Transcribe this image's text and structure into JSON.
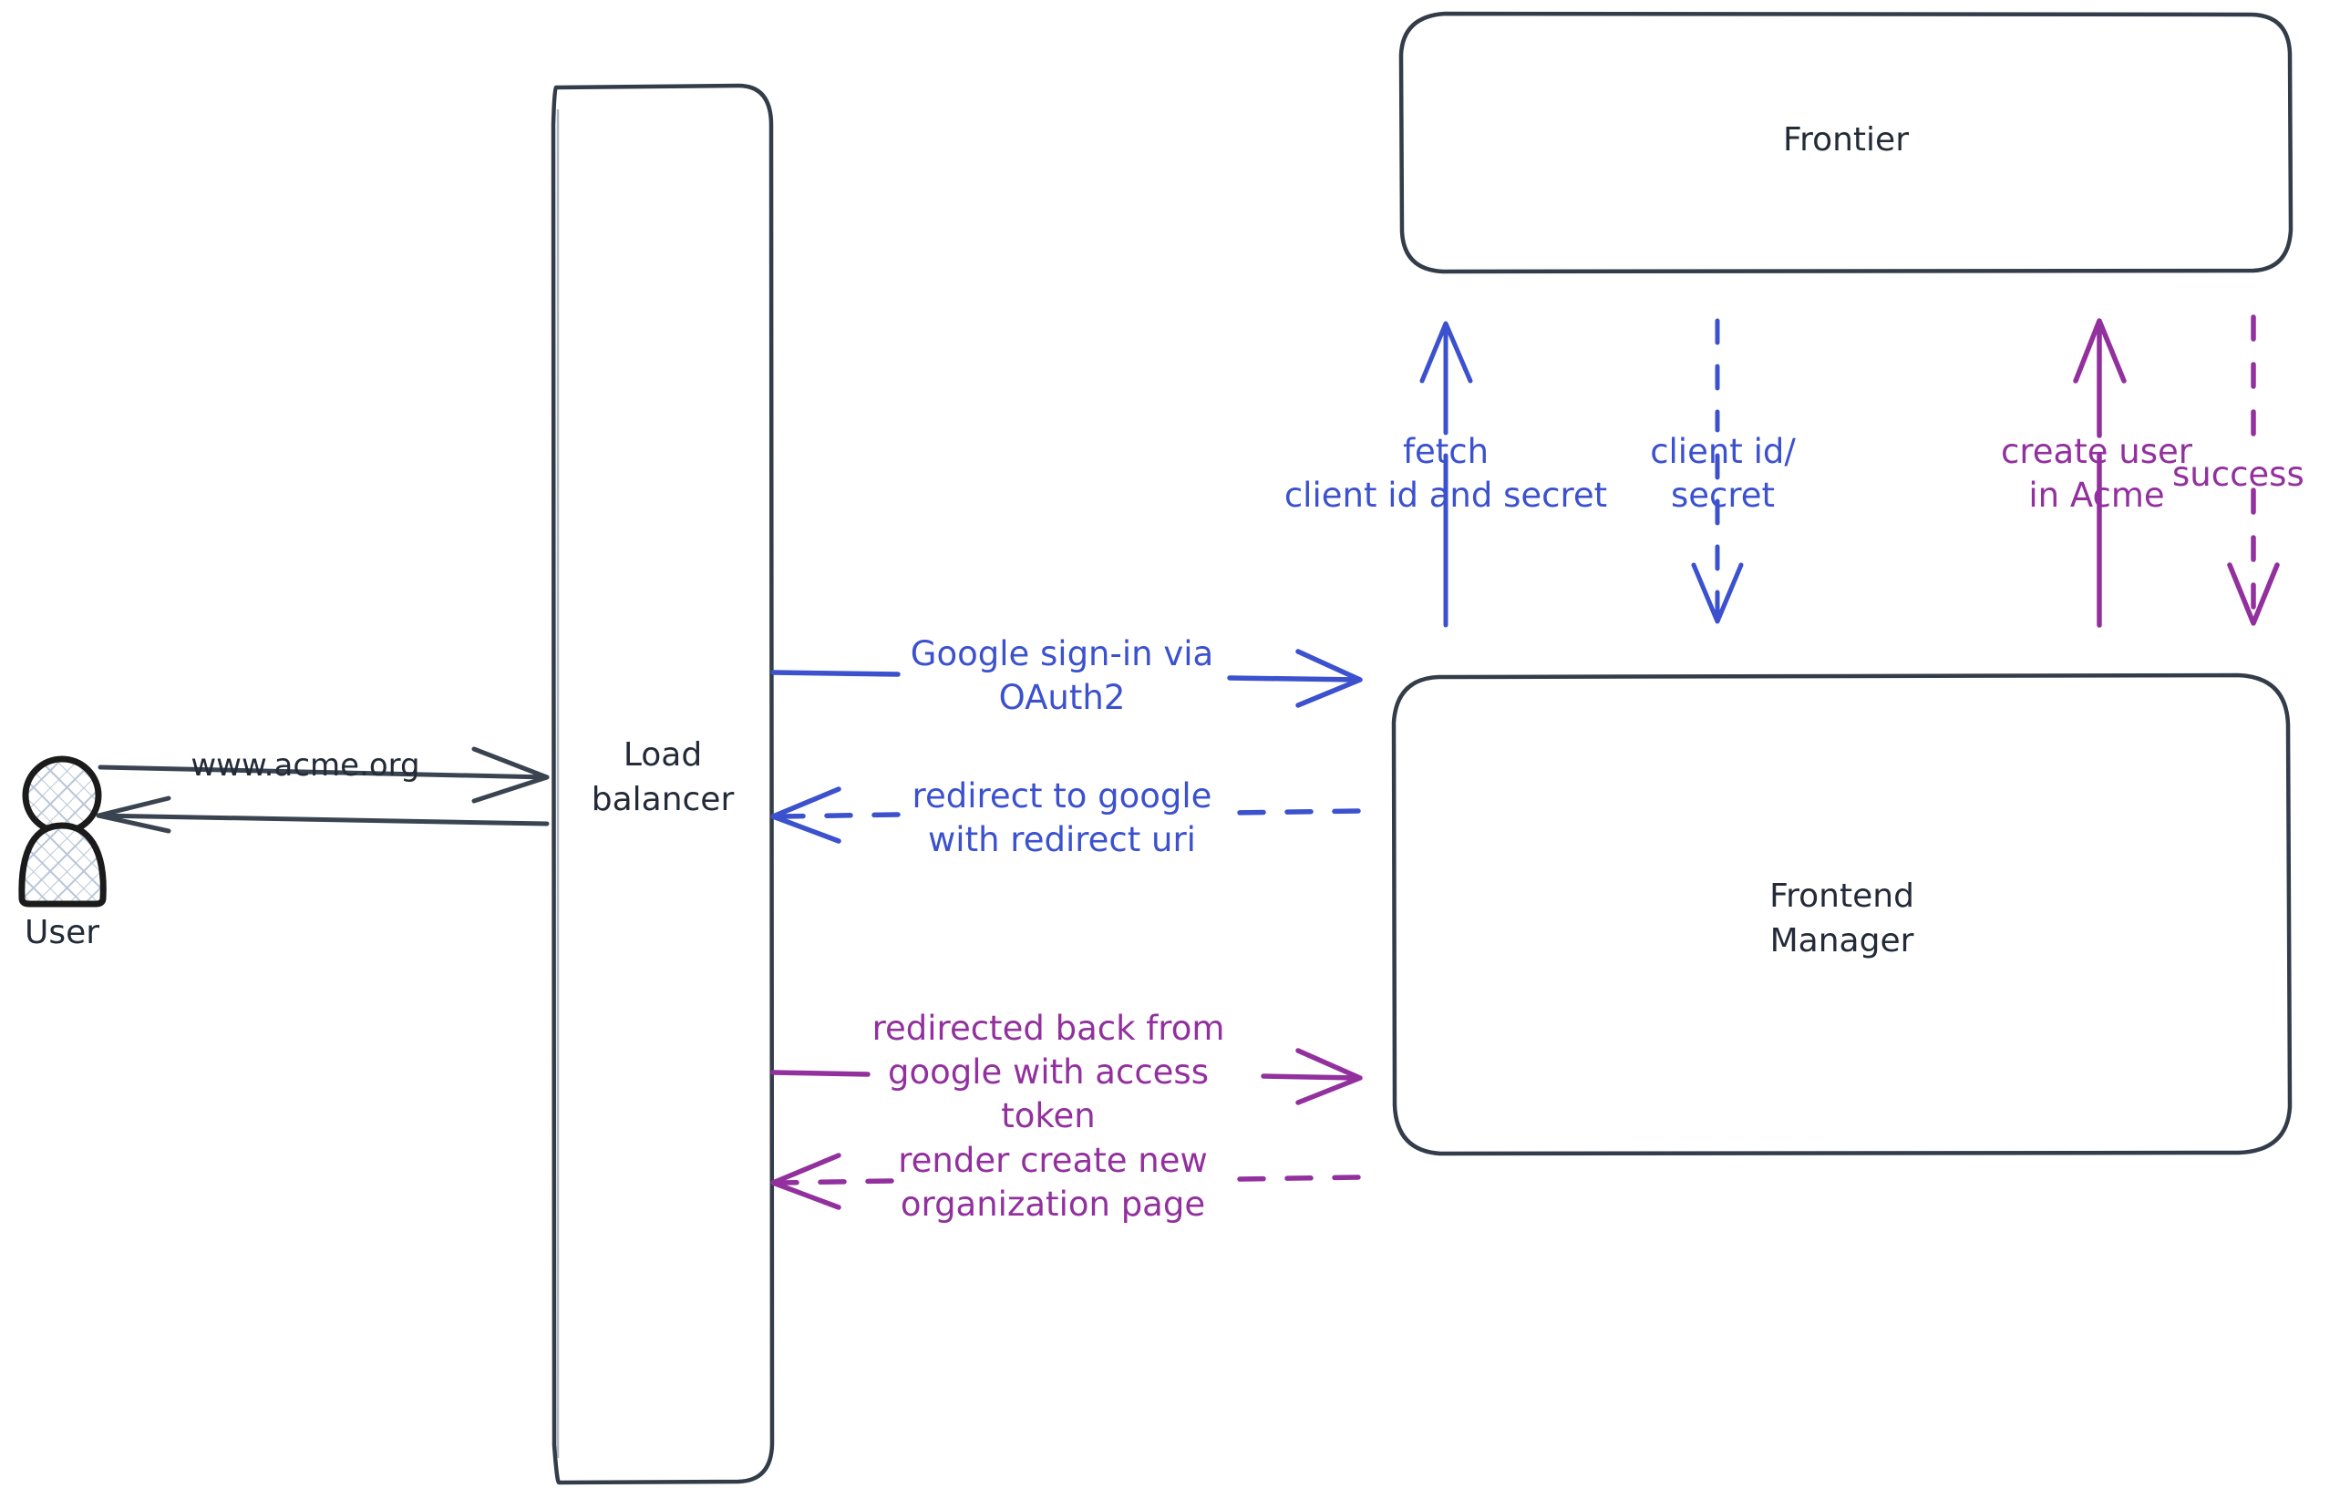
{
  "diagram": {
    "title": "OAuth2 Google sign-in sequence",
    "background": "#ffffff",
    "colors": {
      "stroke_dark": "#232B38",
      "blue": "#3B51CE",
      "purple": "#92309E"
    }
  },
  "actors": [
    {
      "id": "user",
      "label": "User",
      "icon": "user-actor-icon"
    }
  ],
  "nodes": [
    {
      "id": "load-balancer",
      "label": "Load\nbalancer"
    },
    {
      "id": "frontier",
      "label": "Frontier"
    },
    {
      "id": "frontend-manager",
      "label": "Frontend\nManager"
    }
  ],
  "edges": [
    {
      "id": "user-to-lb",
      "label": "www.acme.org",
      "from": "user",
      "to": "load-balancer",
      "color": "#232B38",
      "style": "solid",
      "direction": "right"
    },
    {
      "id": "lb-to-user",
      "label": "",
      "from": "load-balancer",
      "to": "user",
      "color": "#232B38",
      "style": "solid",
      "direction": "left"
    },
    {
      "id": "lb-to-fm-signin",
      "label": "Google sign-in via\nOAuth2",
      "from": "load-balancer",
      "to": "frontend-manager",
      "color": "#3B51CE",
      "style": "solid",
      "direction": "right"
    },
    {
      "id": "fm-to-lb-redirect",
      "label": "redirect to google\nwith redirect uri",
      "from": "frontend-manager",
      "to": "load-balancer",
      "color": "#3B51CE",
      "style": "dashed",
      "direction": "left"
    },
    {
      "id": "lb-to-fm-token",
      "label": "redirected back from\ngoogle with access\ntoken",
      "from": "load-balancer",
      "to": "frontend-manager",
      "color": "#92309E",
      "style": "solid",
      "direction": "right"
    },
    {
      "id": "fm-to-lb-render",
      "label": "render create new\norganization page",
      "from": "frontend-manager",
      "to": "load-balancer",
      "color": "#92309E",
      "style": "dashed",
      "direction": "left"
    },
    {
      "id": "fm-to-frontier-fetch",
      "label": "fetch\nclient id and secret",
      "from": "frontend-manager",
      "to": "frontier",
      "color": "#3B51CE",
      "style": "solid",
      "direction": "up"
    },
    {
      "id": "frontier-to-fm-creds",
      "label": "client id/\nsecret",
      "from": "frontier",
      "to": "frontend-manager",
      "color": "#3B51CE",
      "style": "dashed",
      "direction": "down"
    },
    {
      "id": "fm-to-frontier-create",
      "label": "create user\nin Acme",
      "from": "frontend-manager",
      "to": "frontier",
      "color": "#92309E",
      "style": "solid",
      "direction": "up"
    },
    {
      "id": "frontier-to-fm-success",
      "label": "success",
      "from": "frontier",
      "to": "frontend-manager",
      "color": "#92309E",
      "style": "dashed",
      "direction": "down"
    }
  ]
}
